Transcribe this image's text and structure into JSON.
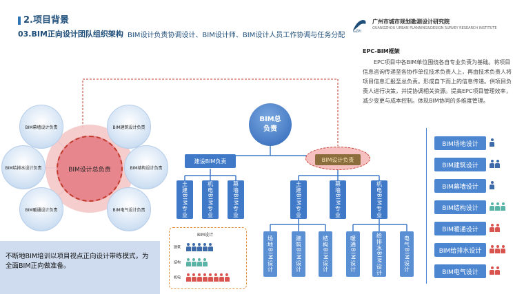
{
  "header": {
    "section": "2.项目背景",
    "subsection": "03.BIM正向设计团队组织架构",
    "subtitle": "BIM设计负责协调设计、BIM设计师、BIM设计人员工作协调与任务分配"
  },
  "logo": {
    "cn": "广州市城市规划勘测设计研究院",
    "en": "GUANGZHOU URBAN PLANNING&DESIGN SURVEY RESEARCH INSTITUTE"
  },
  "epc": {
    "title": "EPC-BIM框架",
    "body": "EPC项目中各BIM单位围绕各自专业负责为基础。将项目信息咨询传递至各协作单位技术负责人上，再由技术负责人将项目信息汇报至总负责。形成自下而上的信息传递。供项目负责人进行决策，并提协调相关资源。提高EPC项目管理效率，减少变更与成本控制。体现BIM协同的多维度管理。"
  },
  "left_wheel": {
    "center": "BIM设计总负责",
    "satellites": [
      "BIM幕墙设计负责",
      "BIM建筑设计负责",
      "BIM给排水设计负责",
      "BIM结构设计负责",
      "BIM暖通设计负责",
      "BIM电气设计负责"
    ]
  },
  "tree": {
    "root": "BIM总\n负责",
    "build_lead": "建设BIM负责",
    "design_lead": "BIM设计负责",
    "build_children": [
      "土建BIM专业",
      "机电BIM专业",
      "幕墙BIM专业"
    ],
    "design_children": [
      "土建BIM专业",
      "幕墙BIM专业",
      "机电BIM专业"
    ],
    "leaves": [
      "场地BIM设计",
      "建筑BIM设计",
      "结构BIM设计",
      "暖通BIM设计",
      "给排水BIM设计",
      "电气BIM设计"
    ]
  },
  "team": {
    "title": "BIM设计",
    "rows": [
      "建筑",
      "结构",
      "机电"
    ],
    "colors": {
      "row1": "#3d6aa8",
      "row2": "#59b3a6",
      "row3": "#d9534f"
    }
  },
  "note": "不断地BIM培训以项目视点正向设计带练模式，为全面BIM正向做准备。",
  "right_list": [
    {
      "label": "BIM场地设计",
      "color": "#3d6aa8",
      "count": 1
    },
    {
      "label": "BIM建筑设计",
      "color": "#3d6aa8",
      "count": 2
    },
    {
      "label": "BIM幕墙设计",
      "color": "#3d6aa8",
      "count": 1
    },
    {
      "label": "BIM结构设计",
      "color": "#59b3a6",
      "count": 3
    },
    {
      "label": "BIM暖通设计",
      "color": "#d9534f",
      "count": 2
    },
    {
      "label": "BIM给排水设计",
      "color": "#d9534f",
      "count": 3
    },
    {
      "label": "BIM电气设计",
      "color": "#d9534f",
      "count": 2
    }
  ]
}
